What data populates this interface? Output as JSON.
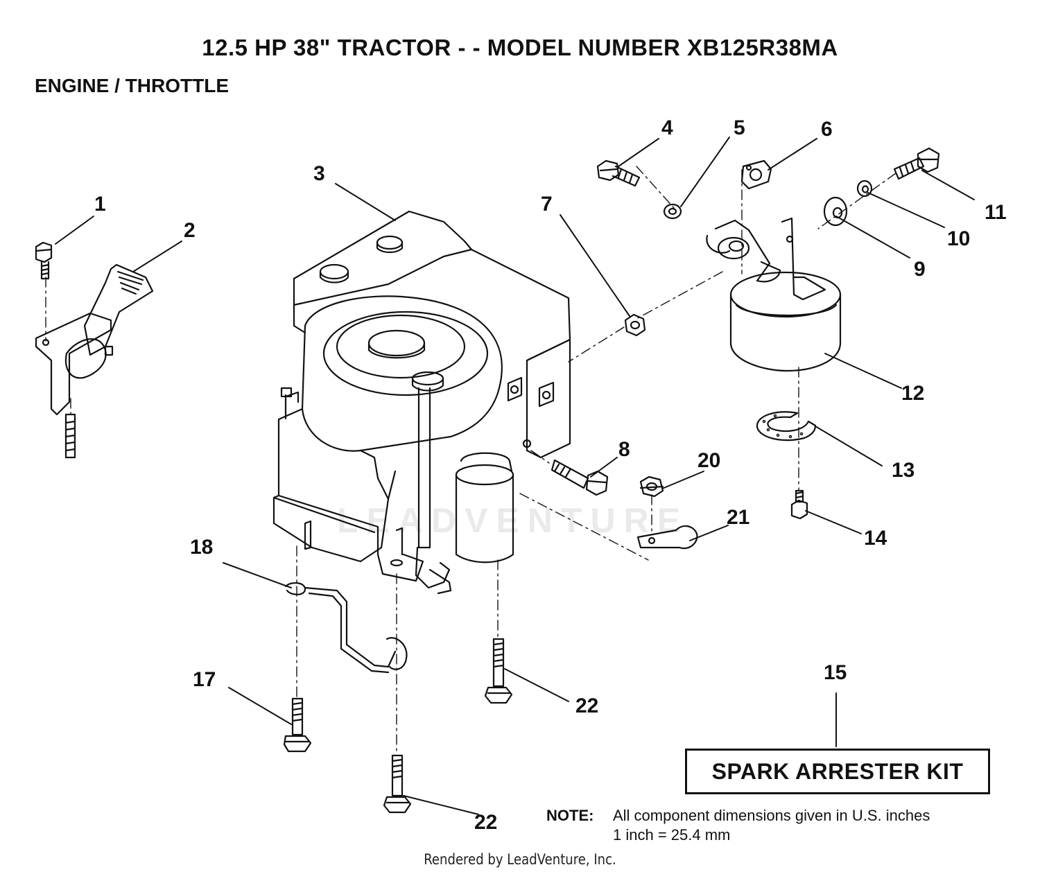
{
  "header": {
    "title": "12.5 HP 38\" TRACTOR - - MODEL NUMBER XB125R38MA",
    "subtitle": "ENGINE / THROTTLE"
  },
  "callouts": [
    "1",
    "2",
    "3",
    "4",
    "5",
    "6",
    "7",
    "8",
    "9",
    "10",
    "11",
    "12",
    "13",
    "14",
    "15",
    "17",
    "18",
    "20",
    "21",
    "22",
    "22"
  ],
  "kit": {
    "label": "SPARK ARRESTER KIT"
  },
  "note": {
    "label": "NOTE:",
    "line1": "All component dimensions given in U.S. inches",
    "line2": "1 inch = 25.4 mm"
  },
  "footer": {
    "rendered_by": "Rendered by LeadVenture, Inc."
  },
  "watermark": {
    "text": "LEADVENTURE"
  }
}
